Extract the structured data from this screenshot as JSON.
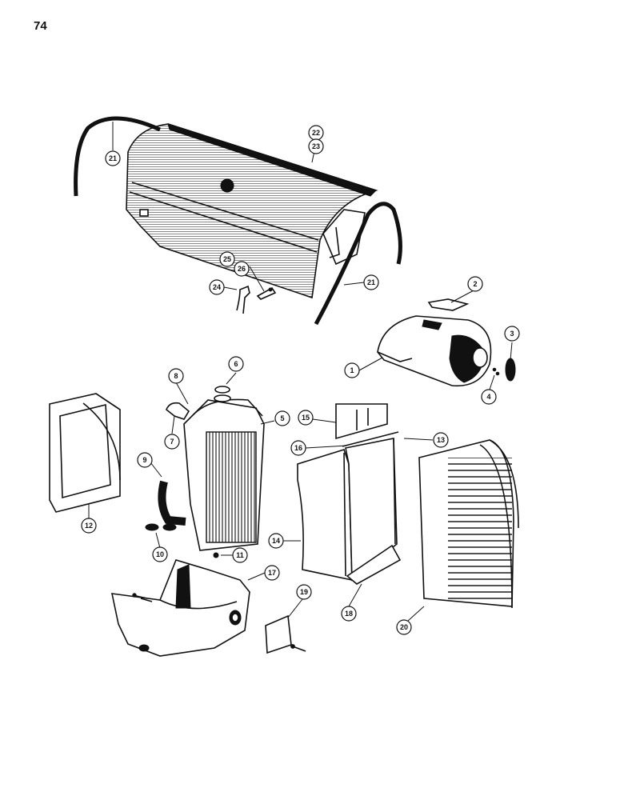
{
  "page_number": "74",
  "callouts": [
    "1",
    "2",
    "3",
    "4",
    "5",
    "6",
    "7",
    "8",
    "9",
    "10",
    "11",
    "12",
    "13",
    "14",
    "15",
    "16",
    "17",
    "18",
    "19",
    "20",
    "21",
    "21",
    "22",
    "23",
    "24",
    "25",
    "26"
  ]
}
